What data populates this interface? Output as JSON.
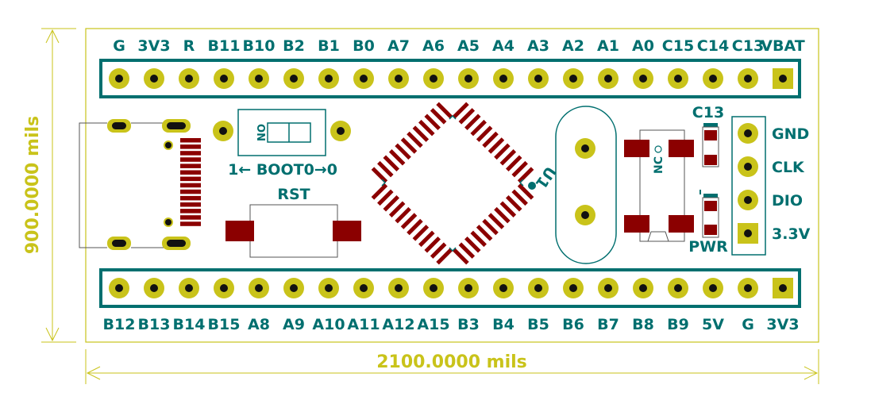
{
  "colors": {
    "background": "#ffffff",
    "silkscreen": "#006f6f",
    "dimension": "#c9c31a",
    "pad_fill": "#c9c31a",
    "drill": "#111111",
    "smd_pad": "#8b0000",
    "courtyard": "#555555"
  },
  "dimensions": {
    "height_label": "900.0000 mils",
    "width_label": "2100.0000 mils"
  },
  "top_header": {
    "labels": [
      "G",
      "3V3",
      "R",
      "B11",
      "B10",
      "B2",
      "B1",
      "B0",
      "A7",
      "A6",
      "A5",
      "A4",
      "A3",
      "A2",
      "A1",
      "A0",
      "C15",
      "C14",
      "C13",
      "VBAT"
    ]
  },
  "bottom_header": {
    "labels": [
      "B12",
      "B13",
      "B14",
      "B15",
      "A8",
      "A9",
      "A10",
      "A11",
      "A12",
      "A15",
      "B3",
      "B4",
      "B5",
      "B6",
      "B7",
      "B8",
      "B9",
      "5V",
      "G",
      "3V3"
    ]
  },
  "swd_header": {
    "labels": [
      "GND",
      "CLK",
      "DIO",
      "3.3V"
    ]
  },
  "boot_switch": {
    "on_label": "ON",
    "label": "1← BOOT0→0"
  },
  "reset_button": {
    "label": "RST"
  },
  "mcu": {
    "ref": "U1"
  },
  "regulator": {
    "label": "NC"
  },
  "leds": {
    "top_label": "C13",
    "bottom_label": "PWR"
  }
}
